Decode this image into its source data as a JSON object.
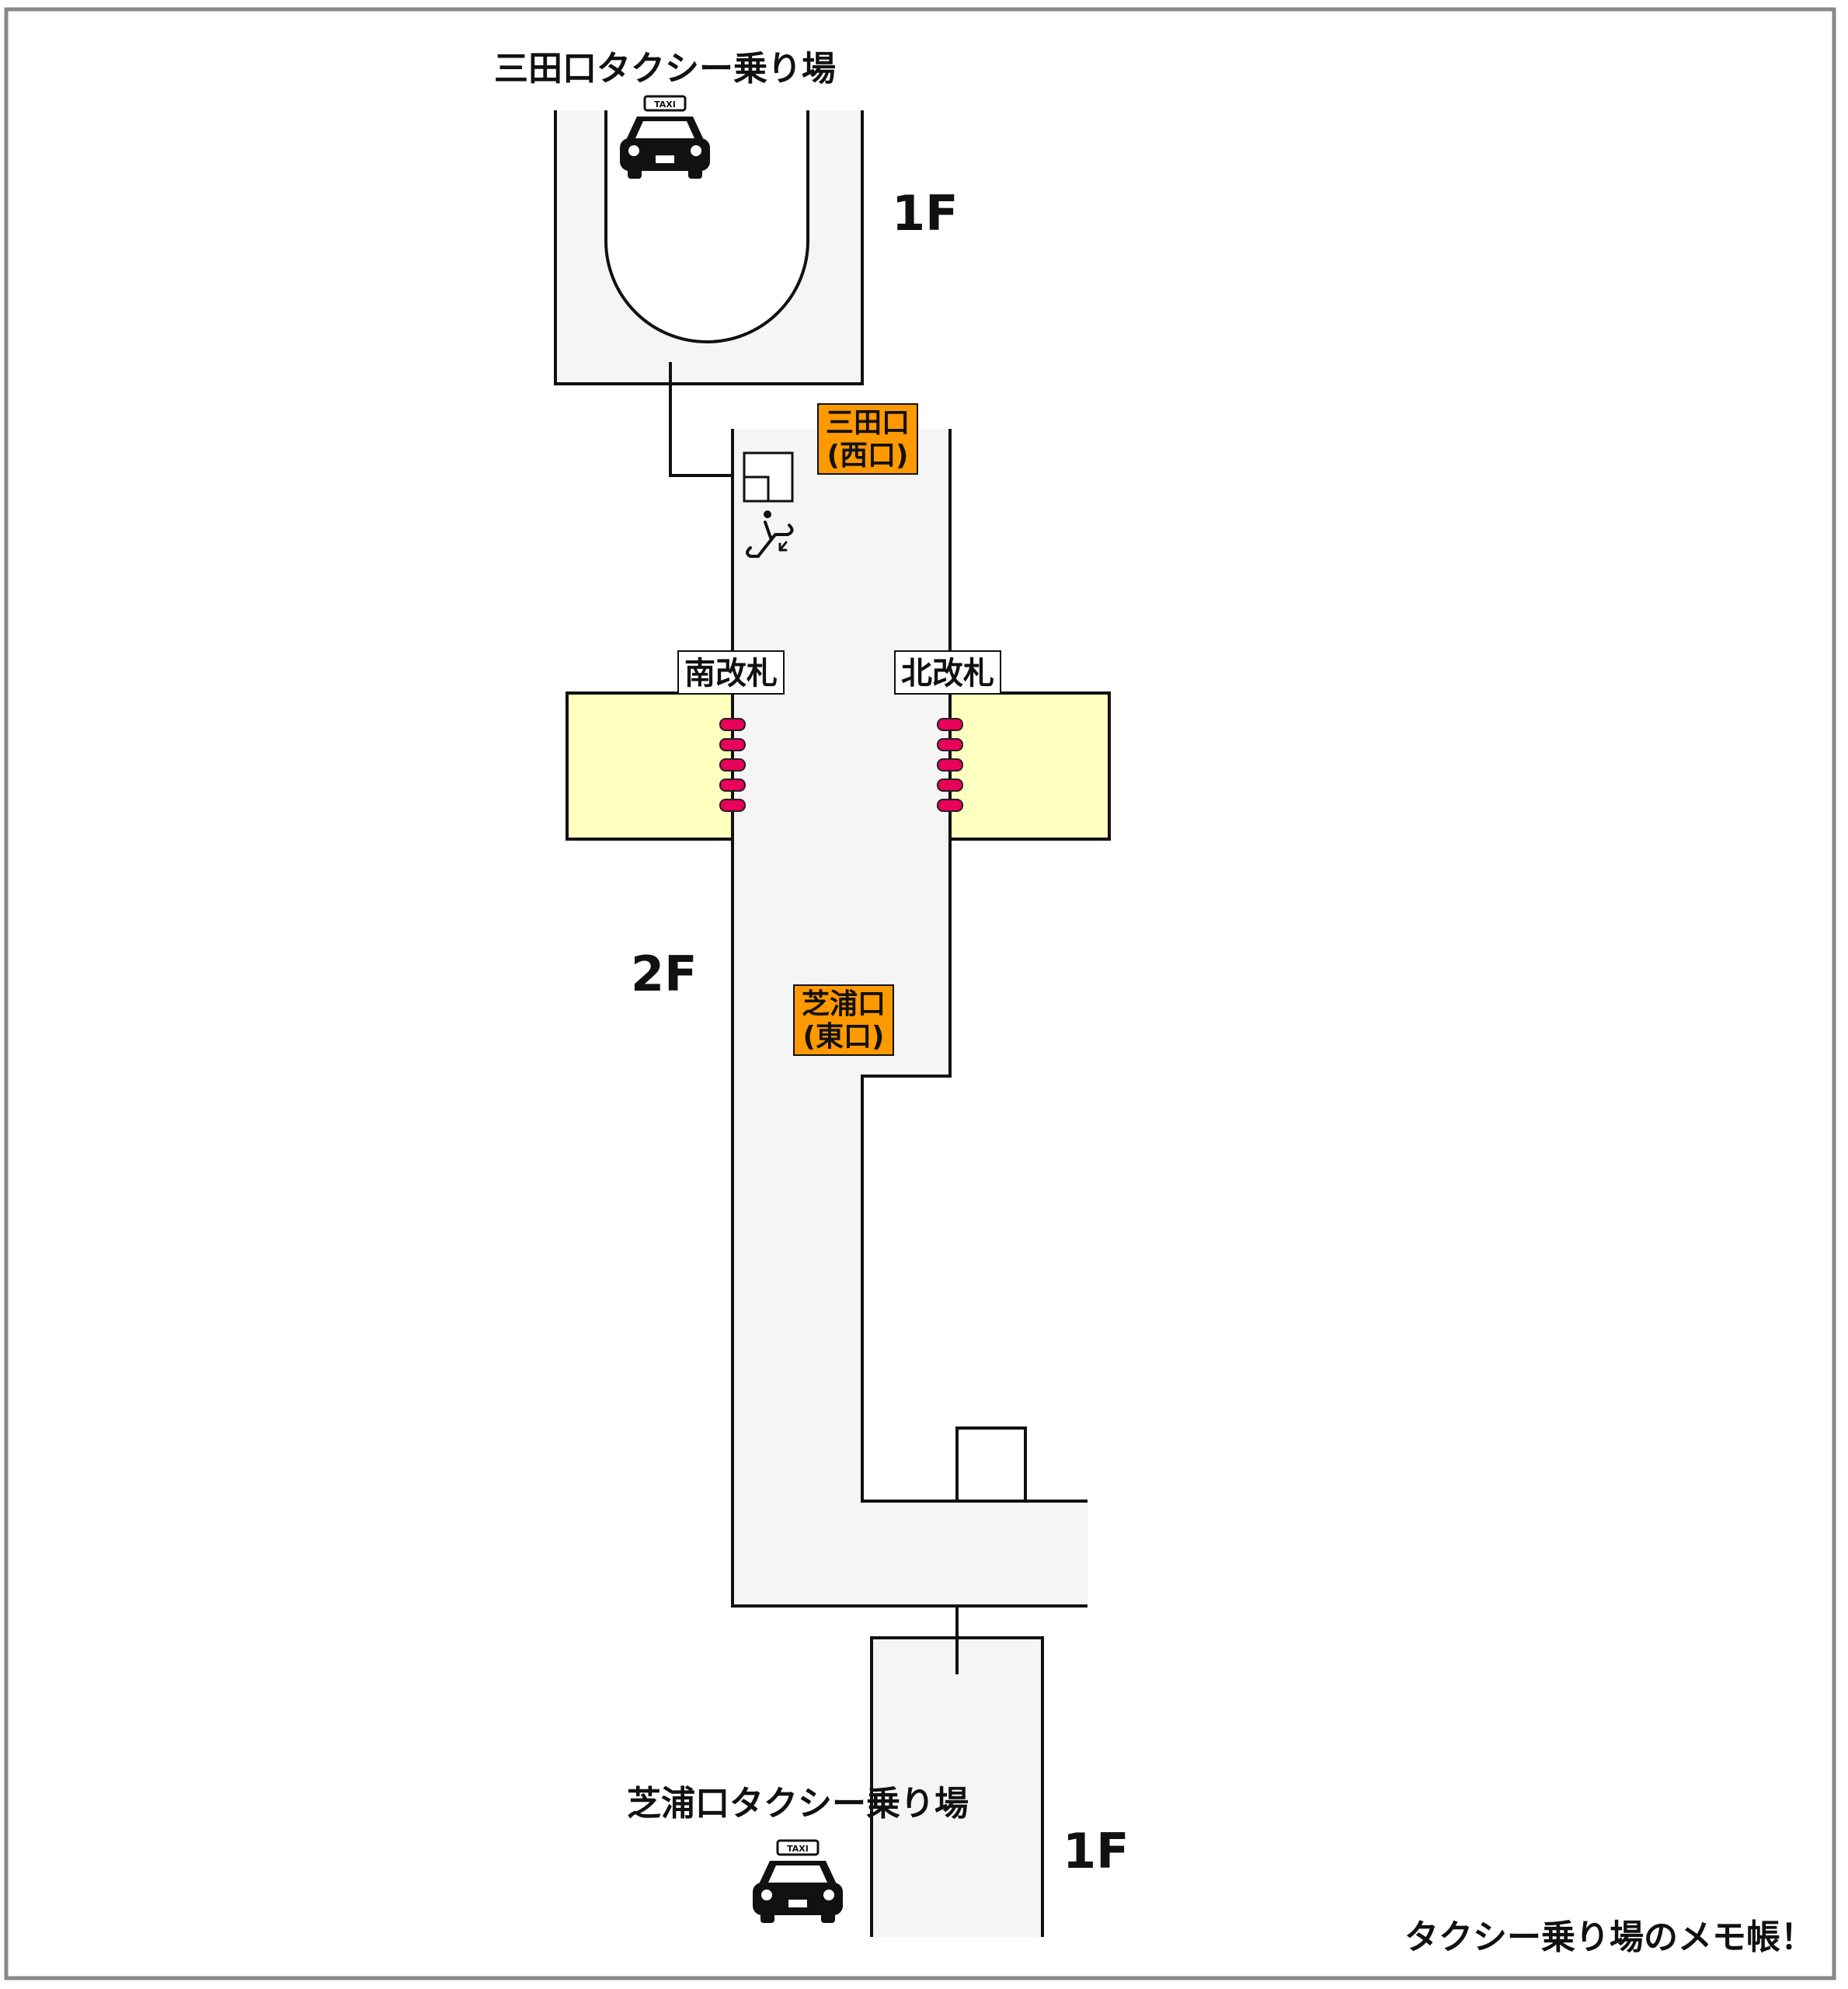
{
  "labels": {
    "mita_taxi": "三田口タクシー乗り場",
    "shibaura_taxi": "芝浦口タクシー乗り場",
    "floor_top": "1F",
    "floor_mid": "2F",
    "floor_bottom": "1F",
    "south_gate": "南改札",
    "north_gate": "北改札",
    "mita_exit_line1": "三田口",
    "mita_exit_line2": "(西口)",
    "shibaura_exit_line1": "芝浦口",
    "shibaura_exit_line2": "(東口)",
    "taxi_sign": "TAXI",
    "footer": "タクシー乗り場のメモ帳！"
  },
  "icons": [
    "taxi-icon",
    "elevator-icon",
    "escalator-icon"
  ],
  "colors": {
    "exit_label": "#ff9900",
    "gate_area": "#ffffc0",
    "ticket_gate": "#e8005a",
    "floor_area": "#f5f5f5",
    "outline": "#111111",
    "frame": "#888888"
  }
}
